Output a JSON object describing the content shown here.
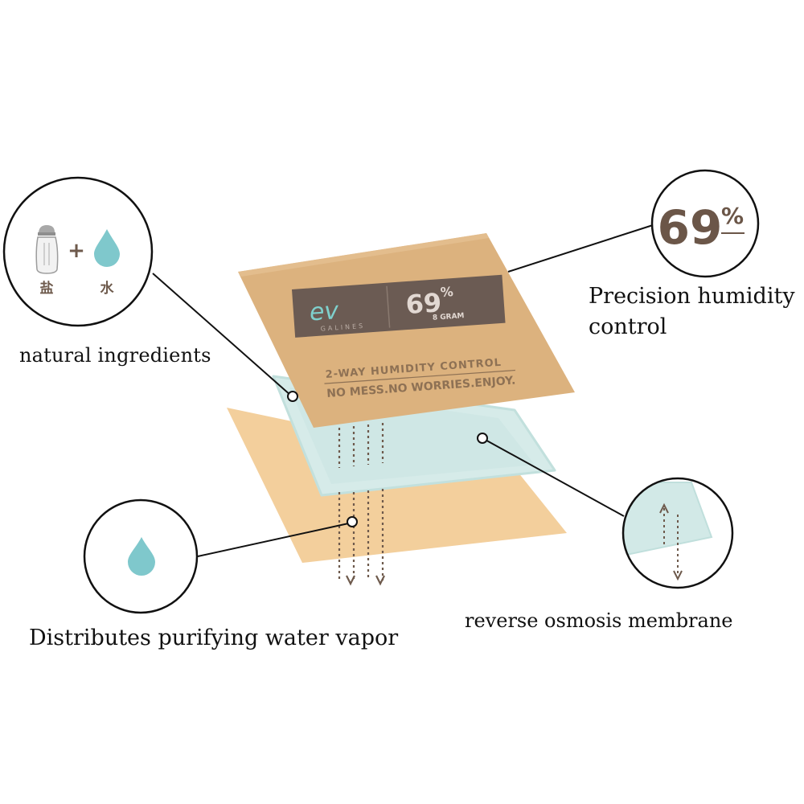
{
  "diagram": {
    "labels": {
      "natural_ingredients": "natural ingredients",
      "precision_line1": "Precision humidity",
      "precision_line2": "control",
      "distributes": "Distributes purifying water vapor",
      "reverse_osmosis": "reverse osmosis membrane"
    },
    "ingredients": {
      "salt_char": "盐",
      "water_char": "水",
      "plus": "+"
    },
    "callout_percent": {
      "value": "69",
      "unit": "%"
    },
    "packet": {
      "logo_text": "GALINES",
      "percent_value": "69",
      "percent_unit": "%",
      "weight": "8 GRAM",
      "line1": "2-WAY HUMIDITY CONTROL",
      "line2": "NO MESS.NO WORRIES.ENJOY."
    },
    "colors": {
      "packet": "#dcb27e",
      "packet_label": "#6b5b53",
      "membrane": "#cfe8e6",
      "bottom_sheet": "#f3cf9c",
      "water_drop": "#7fc8cc",
      "arrow": "#6e5a4c"
    }
  }
}
